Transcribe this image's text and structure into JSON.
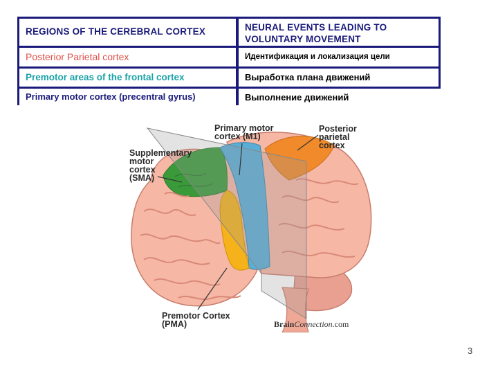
{
  "table": {
    "header_left": [
      "REGIONS OF THE CEREBRAL CORTEX"
    ],
    "header_right": [
      "NEURAL EVENTS LEADING TO",
      "VOLUNTARY MOVEMENT"
    ],
    "rows": [
      {
        "region": "Posterior Parietal cortex",
        "region_color": "#e0504a",
        "event": "Идентификация и локализация цели"
      },
      {
        "region": "Premotor areas of the frontal cortex",
        "region_color": "#1aa3a8",
        "event": "Выработка плана движений"
      },
      {
        "region": "Primary motor cortex (precentral gyrus)",
        "region_color": "#1a1a7a",
        "event": "Выполнение движений"
      }
    ]
  },
  "figure": {
    "labels": {
      "primary_motor": [
        "Primary motor",
        "cortex (M1)"
      ],
      "posterior_parietal": [
        "Posterior",
        "parietal",
        "cortex"
      ],
      "sma": [
        "Supplementary",
        "motor",
        "cortex",
        "(SMA)"
      ],
      "pma": [
        "Premotor Cortex",
        "(PMA)"
      ]
    },
    "credit_brain": "Brain",
    "credit_connection": "Connection",
    "credit_domain": ".com",
    "colors": {
      "brain": "#f6b7a5",
      "sulcus": "#d98a77",
      "m1": "#5aaed6",
      "pma": "#f5b21a",
      "sma": "#3a9a3a",
      "ppc": "#f08a2a",
      "plane": "#9a9a9a"
    }
  },
  "page_number": "3"
}
